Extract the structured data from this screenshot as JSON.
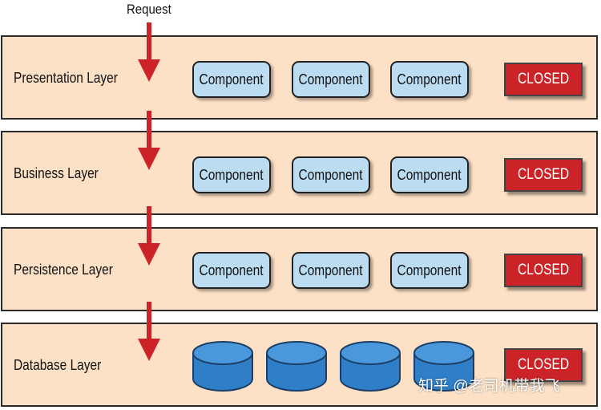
{
  "request": "Request",
  "layers": [
    {
      "label": "Presentation Layer",
      "components": [
        "Component",
        "Component",
        "Component"
      ],
      "closed": "CLOSED"
    },
    {
      "label": "Business Layer",
      "components": [
        "Component",
        "Component",
        "Component"
      ],
      "closed": "CLOSED"
    },
    {
      "label": "Persistence Layer",
      "components": [
        "Component",
        "Component",
        "Component"
      ],
      "closed": "CLOSED"
    },
    {
      "label": "Database Layer",
      "closed": "CLOSED"
    }
  ],
  "watermark": "知乎 @老司机带我飞",
  "colors": {
    "layer_fill": "#fde1c6",
    "component_fill": "#bcdcf2",
    "closed_fill": "#cc2328",
    "arrow": "#cc2328",
    "database": "#2f7fc8"
  }
}
